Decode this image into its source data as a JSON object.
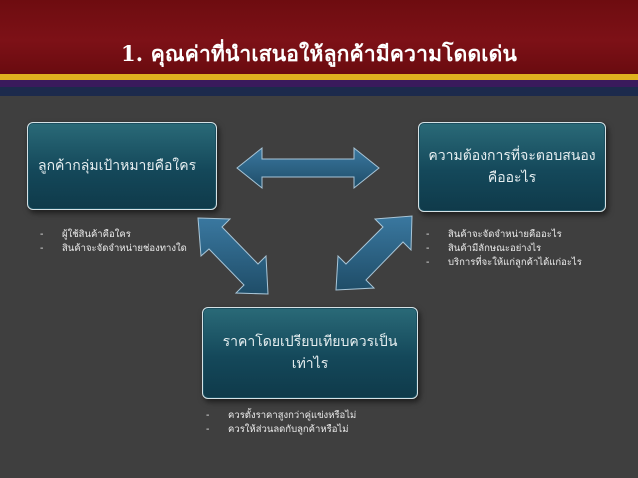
{
  "title": "1. คุณค่าที่นำเสนอให้ลูกค้ามีความโดดเด่น",
  "boxes": {
    "left": "ลูกค้ากลุ่มเป้าหมายคือใคร",
    "right_line1": "ความต้องการที่จะตอบสนอง",
    "right_line2": "คืออะไร",
    "bottom_line1": "ราคาโดยเปรียบเทียบควรเป็น",
    "bottom_line2": "เท่าไร"
  },
  "bullets": {
    "left": [
      {
        "dash": "-",
        "text": "ผู้ใช้สินค้าคือใคร"
      },
      {
        "dash": "-",
        "text": "สินค้าจะจัดจำหน่ายช่องทางใด"
      }
    ],
    "right": [
      {
        "dash": "-",
        "text": "สินค้าจะจัดจำหน่ายคืออะไร"
      },
      {
        "dash": "-",
        "text": "สินค้ามีลักษณะอย่างไร"
      },
      {
        "dash": "-",
        "text": "บริการที่จะให้แก่ลูกค้าได้แก่อะไร"
      }
    ],
    "bottom": [
      {
        "dash": "-",
        "text": "ควรตั้งราคาสูงกว่าคู่แข่งหรือไม่"
      },
      {
        "dash": "-",
        "text": "ควรให้ส่วนลดกับลูกค้าหรือไม่"
      }
    ]
  },
  "colors": {
    "header": "#7d1117",
    "gold_stripe": "#e0b21f",
    "box_fill": "#1a5466",
    "arrow_fill": "#2b5d7c",
    "background": "#3f3f3f"
  },
  "icons": [
    "double-arrow-horizontal",
    "double-arrow-diagonal-left",
    "double-arrow-diagonal-right"
  ]
}
